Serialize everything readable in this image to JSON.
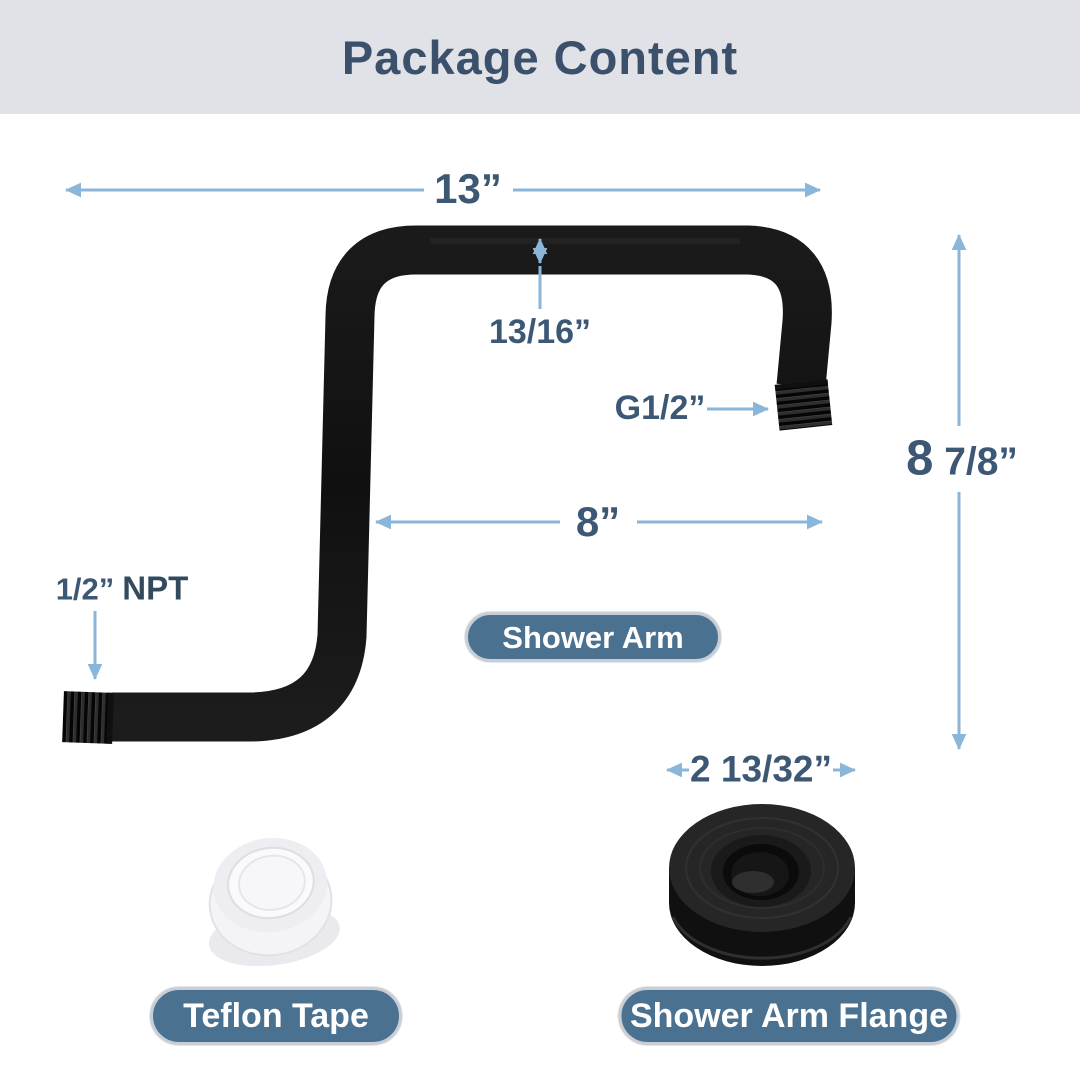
{
  "header": {
    "title": "Package Content"
  },
  "dimensions": {
    "top_width": "13”",
    "tube_diameter": "13/16”",
    "thread_top": "G1/2”",
    "mid_width": "8”",
    "height_whole": "8",
    "height_fraction": "7/8”",
    "npt_size": "1/2”",
    "npt_text": "NPT",
    "flange_diameter": "2 13/32”"
  },
  "labels": {
    "shower_arm": "Shower Arm",
    "teflon_tape": "Teflon Tape",
    "shower_arm_flange": "Shower Arm Flange"
  },
  "colors": {
    "accent_text": "#3d5875",
    "arrow_blue": "#8ab6da",
    "pill_fill": "#4b7190",
    "header_bg": "#e0e2e7",
    "product_black": "#141414"
  }
}
